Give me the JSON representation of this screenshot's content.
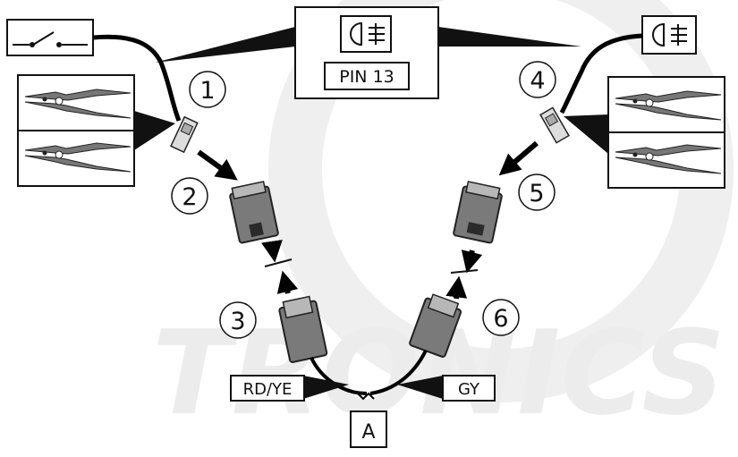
{
  "diagram": {
    "pin_label": "PIN 13",
    "steps": [
      "1",
      "2",
      "3",
      "4",
      "5",
      "6"
    ],
    "wire_left_label": "RD/YE",
    "wire_right_label": "GY",
    "junction_label": "A",
    "watermark_text": "TRONICS",
    "icons": {
      "switch": "switch-icon",
      "fog_lamp": "rear-fog-lamp-icon",
      "crimp_tool": "crimping-pliers-icon",
      "connector": "connector-housing-icon"
    },
    "colors": {
      "wire": "#000000",
      "connector_body": "#7a7a7a",
      "connector_light": "#b7b7b7",
      "watermark": "#ececec",
      "label_bg": "#ffffff"
    }
  }
}
